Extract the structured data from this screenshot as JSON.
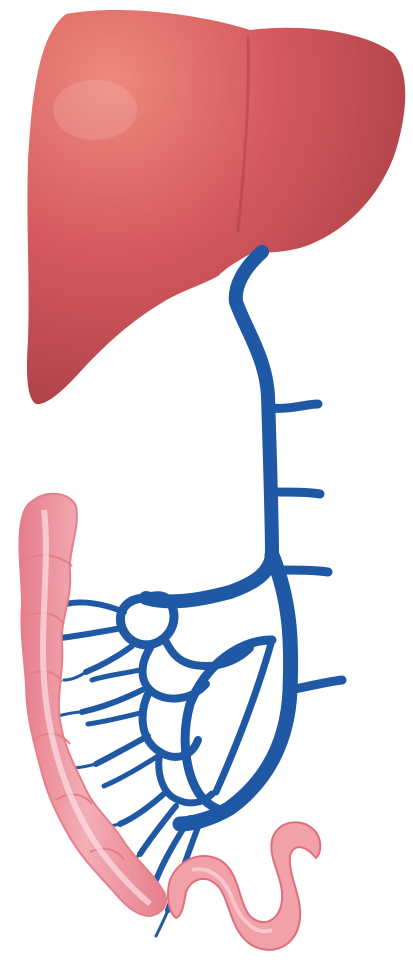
{
  "figure": {
    "parts": [
      {
        "key": "liver",
        "icon": "liver-icon"
      },
      {
        "key": "portal_vein",
        "icon": "portal-vein-icon"
      },
      {
        "key": "colon",
        "icon": "large-intestine-icon"
      },
      {
        "key": "sigmoid",
        "icon": "sigmoid-colon-icon"
      }
    ]
  },
  "colors": {
    "background": "#ffffff",
    "liver_light": "#ee8a7e",
    "liver_mid": "#d65a5f",
    "liver_dark": "#a63c44",
    "vein": "#1f58a4",
    "vein_dark": "#173f7a",
    "colon_fill": "#f4aeb6",
    "colon_edge": "#e67e8c",
    "colon_highlight": "#fbe0e4",
    "sigmoid_fill": "#f2a1a9",
    "sigmoid_edge": "#de6f7c"
  }
}
